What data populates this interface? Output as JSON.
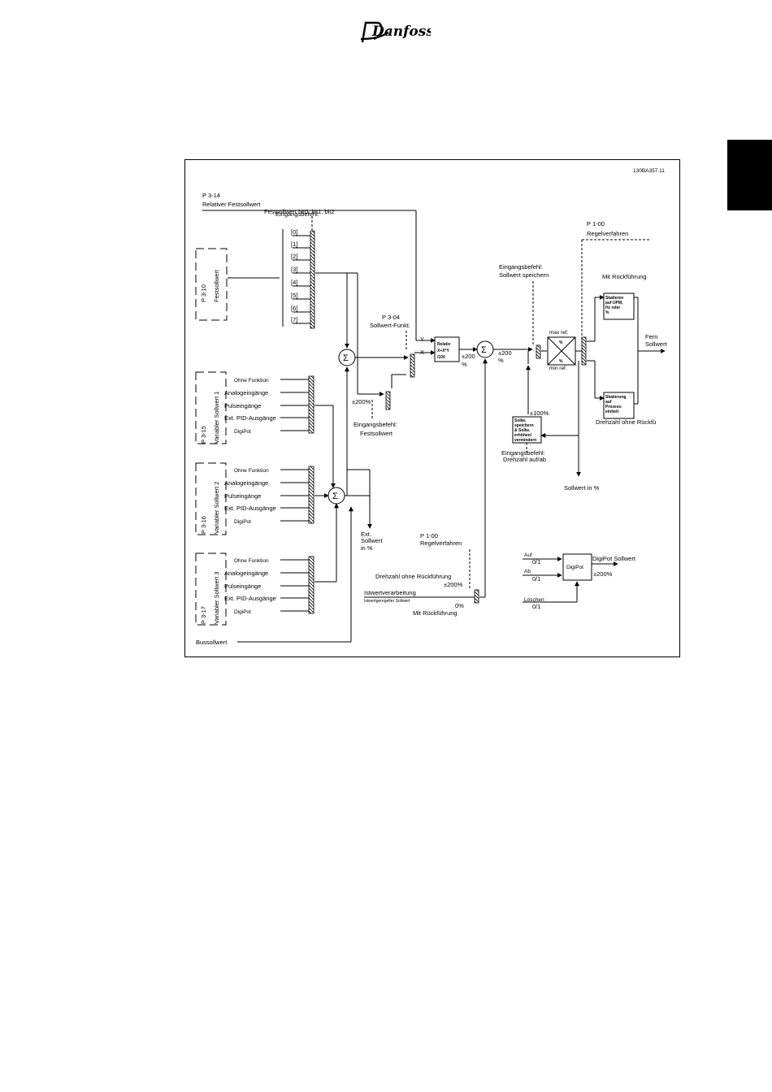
{
  "logo": {
    "text": "Danfoss"
  },
  "doc_code": "130BA357.11",
  "p3_14": {
    "param": "P 3-14",
    "name": "Relativer Festsollwert"
  },
  "preset_cmd": {
    "title": "Eingangsbefehl:",
    "value": "Festsollwert bit0, bit1, bit2"
  },
  "preset_slots": [
    "[0]",
    "[1]",
    "[2]",
    "[3]",
    "[4]",
    "[5]",
    "[6]",
    "[7]"
  ],
  "p3_10": {
    "param": "P 3-10",
    "name": "Festsollwert"
  },
  "p3_04": {
    "param": "P 3-04",
    "name": "Sollwert-Funkt."
  },
  "relative_block": {
    "l1": "Relativ",
    "l2": "X+X*Y",
    "l3": "/100"
  },
  "y_label": "Y",
  "x_label": "X",
  "pm200_a": "±200",
  "pct_a": "%",
  "pm200_b": "±200",
  "pct_b": "%",
  "pm200_preset": "±200%",
  "preset_cmd2": {
    "title": "Eingangsbefehl:",
    "value": "Festsollwert"
  },
  "hold_cmd": {
    "title": "Eingangsbefehl:",
    "value": "Sollwert speichern"
  },
  "p1_00_top": {
    "param": "P 1-00",
    "name": "Regelverfahren"
  },
  "max_ref": "max ref.",
  "min_ref": "min ref.",
  "pct_sign_1": "%",
  "pct_sign_2": "%",
  "closed_loop": "Mit Rückführung",
  "scale_rpm": [
    "Skalieren",
    "auf UPM,",
    "Hz oder",
    "%"
  ],
  "scale_proc": [
    "Skalierung",
    "auf",
    "Prozess-",
    "einheit"
  ],
  "remote_ref": [
    "Fern",
    "Sollwert"
  ],
  "open_loop_speed": "Drehzahl ohne Rückfü",
  "pm100": "±100%",
  "speed_block": [
    "Sollw.",
    "speichern",
    "& Sollw.",
    "erhöhen/",
    "vermindern"
  ],
  "speed_cmd": {
    "title": "Eingangsbefehl:",
    "value": "Drehzahl auf/ab"
  },
  "ref_in_pct": "Sollwert in %",
  "var_refs": [
    {
      "param": "P 3-15",
      "name": "Variabler Sollwert 1"
    },
    {
      "param": "P 3-16",
      "name": "Variabler Sollwert 2"
    },
    {
      "param": "P 3-17",
      "name": "Variabler Sollwert 3"
    }
  ],
  "source_options": [
    "Ohne Funktion",
    "Analogeingänge",
    "Pulseingänge",
    "Ext. PID-Ausgänge",
    "DigiPot"
  ],
  "ext_ref": [
    "Ext.",
    "Sollwert",
    "in %"
  ],
  "p1_00_bottom": {
    "param": "P 1-00",
    "name": "Regelverfahren"
  },
  "open_loop": "Drehzahl ohne Rückführung",
  "pm200_c": "±200%",
  "feedback": "Istwertverarbeitung",
  "feedback_sub": "Istwertgeregelter Sollwert",
  "zero_pct": "0%",
  "closed_loop_2": "Mit Rückführung",
  "bus_ref": "Bussollwert",
  "digipot": {
    "up": "Auf",
    "up_val": "0/1",
    "down": "Ab",
    "down_val": "0/1",
    "clear": "Löschen",
    "clear_val": "0/1",
    "block": "DigiPot",
    "out": "DigiPot Sollwert",
    "out_range": "±200%"
  }
}
